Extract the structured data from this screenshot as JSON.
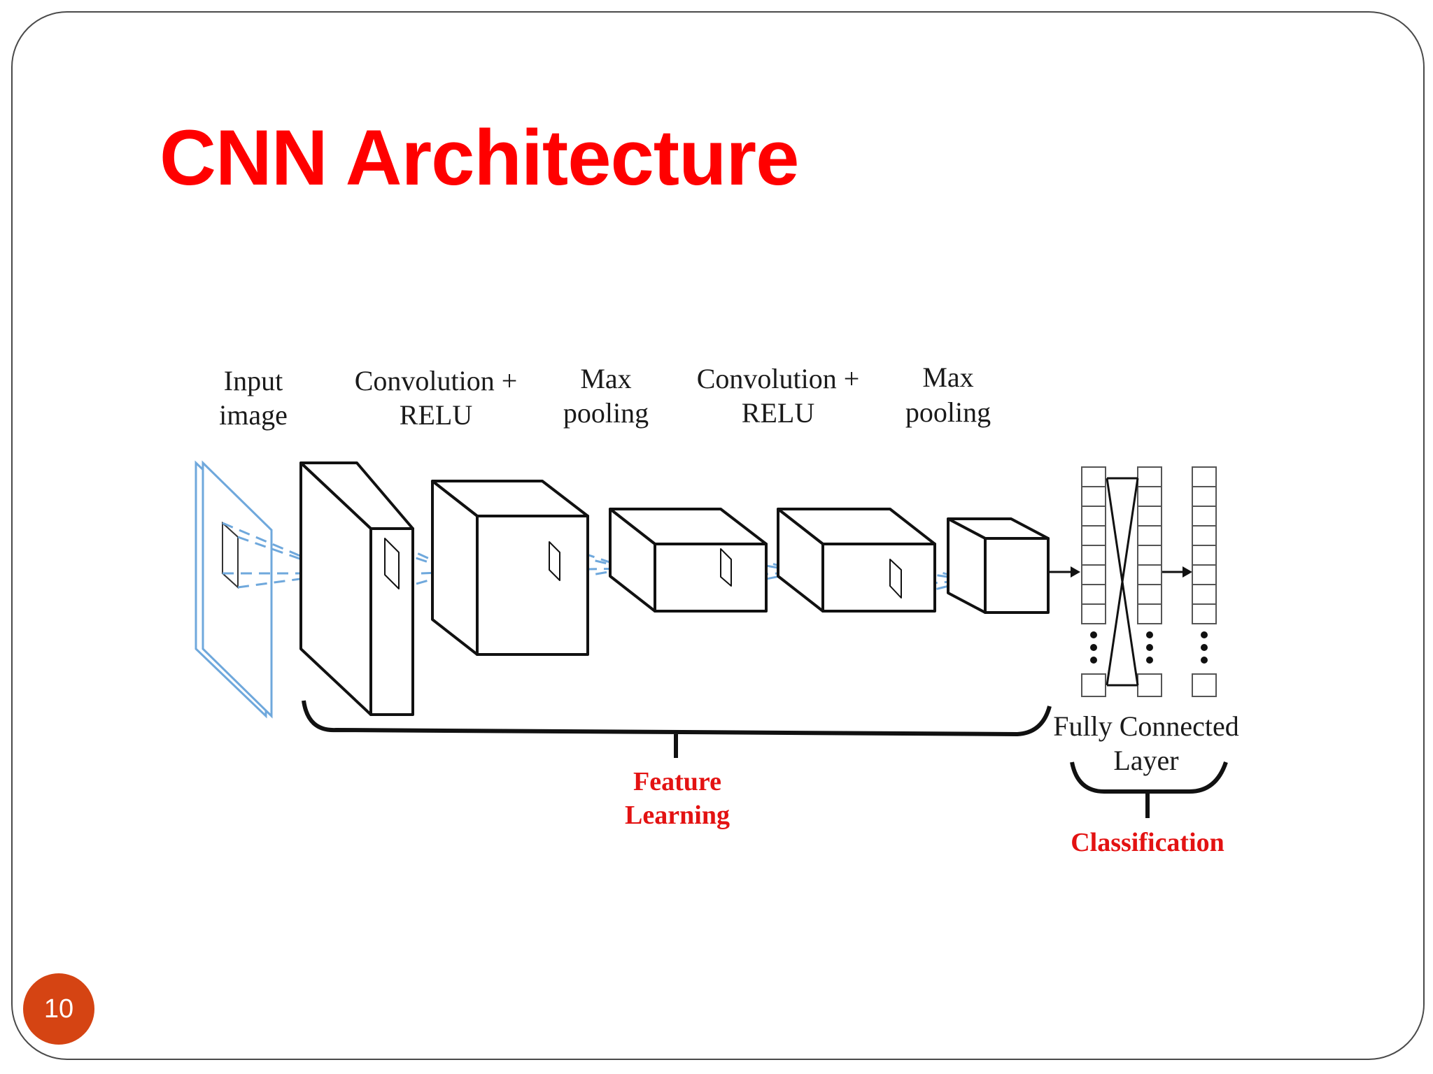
{
  "slide": {
    "title": "CNN Architecture",
    "page_number": "10"
  },
  "diagram": {
    "stages": [
      {
        "line1": "Input",
        "line2": "image"
      },
      {
        "line1": "Convolution +",
        "line2": "RELU"
      },
      {
        "line1": "Max",
        "line2": "pooling"
      },
      {
        "line1": "Convolution +",
        "line2": "RELU"
      },
      {
        "line1": "Max",
        "line2": "pooling"
      }
    ],
    "fc_label": {
      "line1": "Fully Connected",
      "line2": "Layer"
    },
    "groups": {
      "feature_learning": {
        "line1": "Feature",
        "line2": "Learning"
      },
      "classification": "Classification"
    },
    "colors": {
      "title": "#ff0000",
      "group_label": "#e31212",
      "input_plane": "#6fa8dc",
      "receptive_field": "#6fa8dc",
      "page_badge": "#d54413"
    }
  }
}
